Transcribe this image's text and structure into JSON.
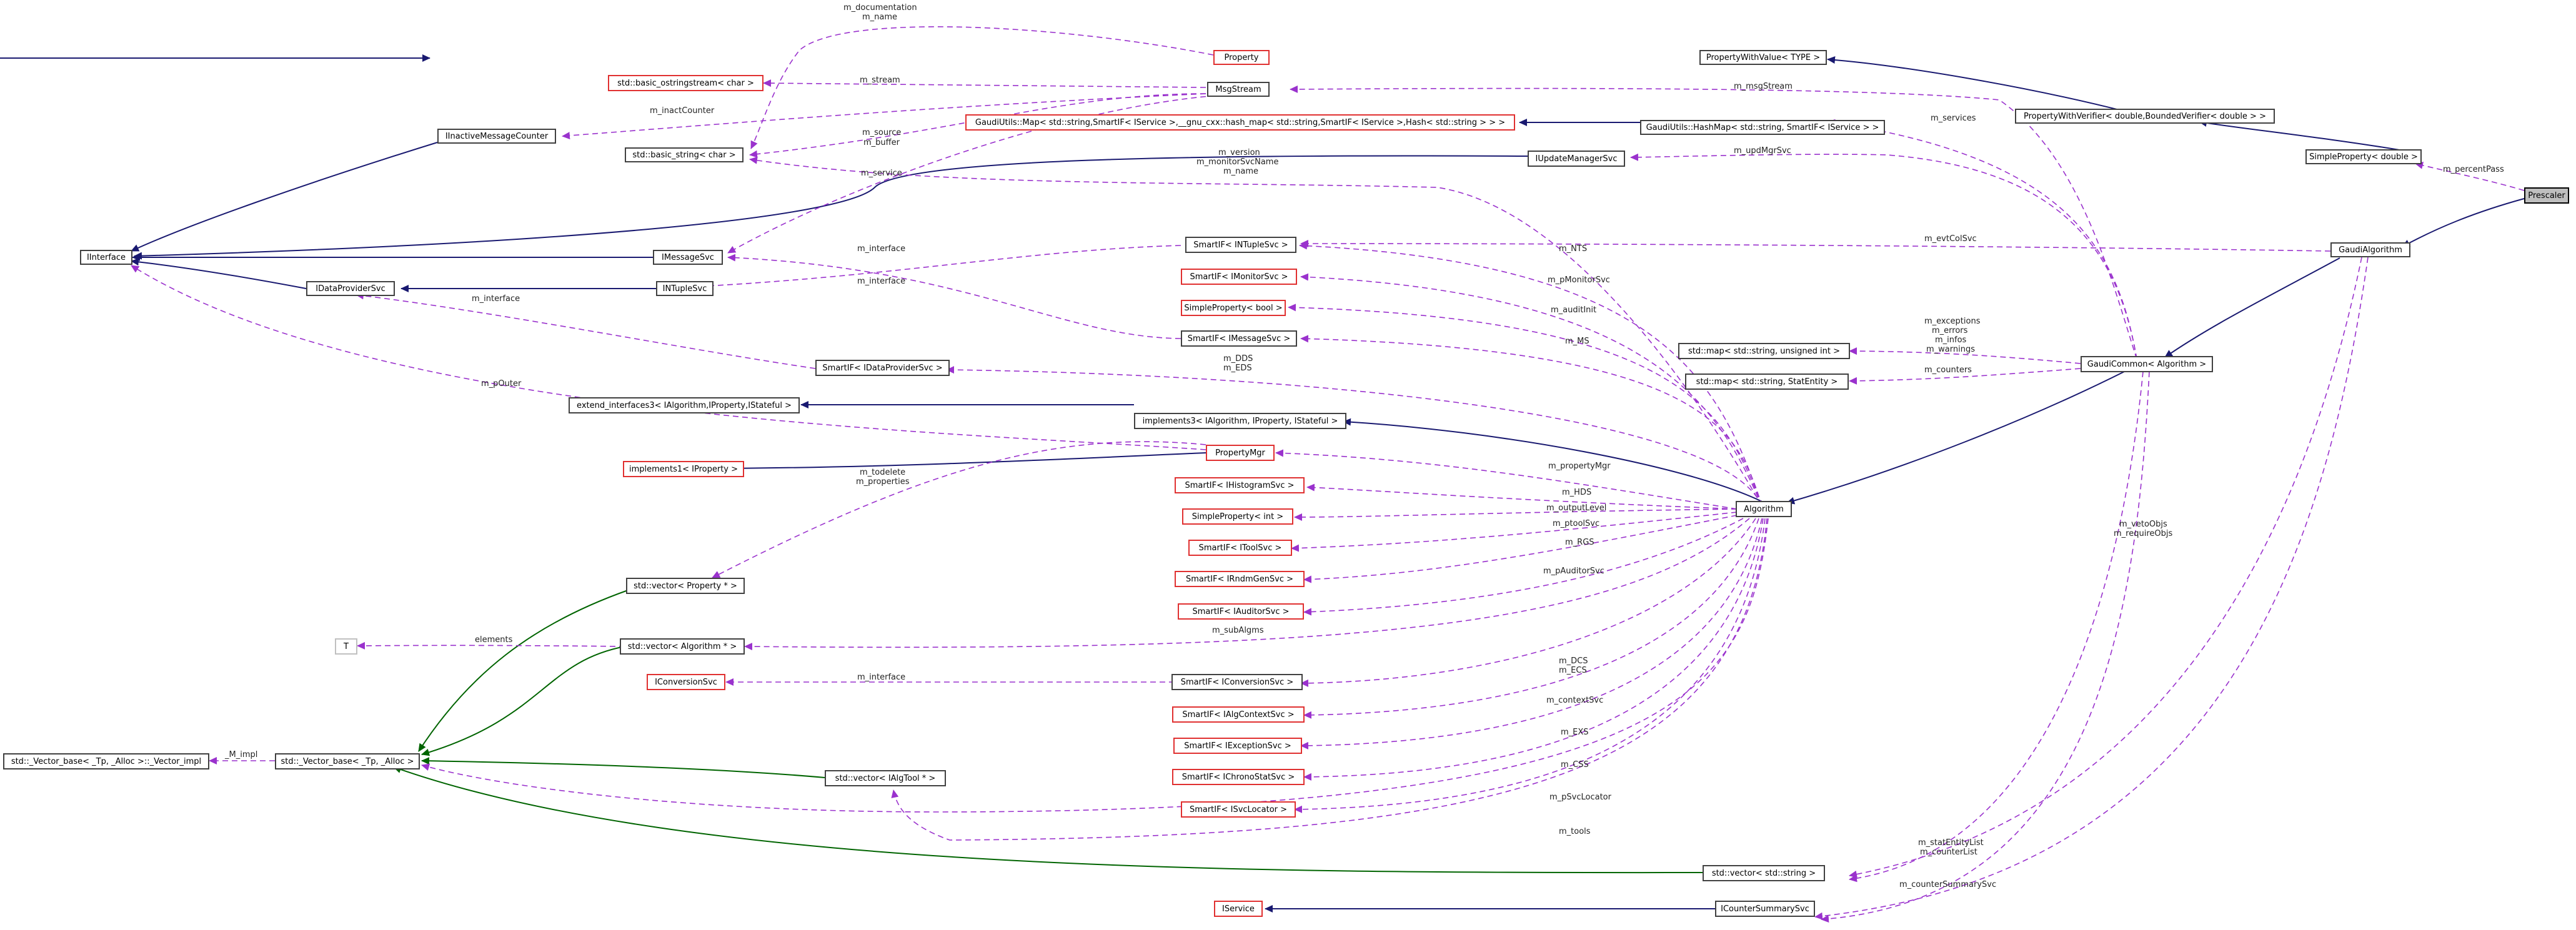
{
  "classes": {
    "prescaler": "Prescaler",
    "simpleproperty_double": "SimpleProperty< double >",
    "propertywithverifier": "PropertyWithVerifier< double,BoundedVerifier< double > >",
    "propertywithvalue": "PropertyWithValue< TYPE >",
    "property": "Property",
    "msgstream": "MsgStream",
    "basic_ostringstream": "std::basic_ostringstream< char >",
    "inactive_counter": "IInactiveMessageCounter",
    "basic_string": "std::basic_string< char >",
    "hashmap_big": "GaudiUtils::Map< std::string,SmartIF< IService >,__gnu_cxx::hash_map< std::string,SmartIF< IService >,Hash< std::string > > >",
    "hashmap_small": "GaudiUtils::HashMap< std::string, SmartIF< IService > >",
    "iupdatemanagersvc": "IUpdateManagerSvc",
    "interface": "IInterface",
    "imessagesvc": "IMessageSvc",
    "idataprovidersvc": "IDataProviderSvc",
    "intuplesvc": "INTupleSvc",
    "smartif_intuplesvc": "SmartIF< INTupleSvc >",
    "smartif_imonitorsvc": "SmartIF< IMonitorSvc >",
    "simpleproperty_bool": "SimpleProperty< bool >",
    "smartif_imessagesvc": "SmartIF< IMessageSvc >",
    "smartif_idataprovidersvc": "SmartIF< IDataProviderSvc >",
    "gaudialgorithm": "GaudiAlgorithm",
    "gaudicommon": "GaudiCommon< Algorithm >",
    "map_unsigned": "std::map< std::string, unsigned int >",
    "map_statentity": "std::map< std::string, StatEntity >",
    "extend_interfaces3": "extend_interfaces3< IAlgorithm,IProperty,IStateful >",
    "implements3": "implements3< IAlgorithm, IProperty, IStateful >",
    "propertymgr": "PropertyMgr",
    "implements1": "implements1< IProperty >",
    "smartif_ihistogramsvc": "SmartIF< IHistogramSvc >",
    "simpleproperty_int": "SimpleProperty< int >",
    "smartif_itoolsvc": "SmartIF< IToolSvc >",
    "smartif_irndmgensvc": "SmartIF< IRndmGenSvc >",
    "smartif_iauditorsvc": "SmartIF< IAuditorSvc >",
    "algorithm": "Algorithm",
    "vector_property": "std::vector< Property * >",
    "vector_algorithm": "std::vector< Algorithm * >",
    "t": "T",
    "iconversionsvc": "IConversionSvc",
    "smartif_iconversionsvc": "SmartIF< IConversionSvc >",
    "smartif_ialgcontextsvc": "SmartIF< IAlgContextSvc >",
    "smartif_iexceptionsvc": "SmartIF< IExceptionSvc >",
    "smartif_ichronostatsvc": "SmartIF< IChronoStatSvc >",
    "smartif_isvclocator": "SmartIF< ISvcLocator >",
    "vector_base_impl": "std::_Vector_base< _Tp, _Alloc >::_Vector_impl",
    "vector_base": "std::_Vector_base< _Tp, _Alloc >",
    "vector_ialgtool": "std::vector< IAlgTool * >",
    "vector_string": "std::vector< std::string >",
    "iservice": "IService",
    "icountersummarysvc": "ICounterSummarySvc"
  },
  "edge_labels": {
    "m_documentation": "m_documentation",
    "m_name_top": "m_name",
    "m_stream": "m_stream",
    "m_msgstream": "m_msgStream",
    "m_inactcounter": "m_inactCounter",
    "m_services": "m_services",
    "m_percentpass": "m_percentPass",
    "m_source": "m_source",
    "m_buffer": "m_buffer",
    "m_service": "m_service",
    "m_updmgrsvc": "m_updMgrSvc",
    "m_version": "m_version",
    "m_monitorsvcname": "m_monitorSvcName",
    "m_name_mid": "m_name",
    "m_nts": "m_NTS",
    "m_interface_msg": "m_interface",
    "m_evtcolsvc": "m_evtColSvc",
    "m_pmonitorsvc": "m_pMonitorSvc",
    "m_interface_ntuple": "m_interface",
    "m_auditinit": "m_auditInit",
    "m_interface_dp": "m_interface",
    "m_ms": "m_MS",
    "m_exceptions": "m_exceptions",
    "m_errors": "m_errors",
    "m_infos": "m_infos",
    "m_warnings": "m_warnings",
    "m_dds": "m_DDS",
    "m_eds": "m_EDS",
    "m_counters": "m_counters",
    "m_pouter": "m_pOuter",
    "m_propertymgr": "m_propertyMgr",
    "m_todelete": "m_todelete",
    "m_properties": "m_properties",
    "m_hds": "m_HDS",
    "m_outputlevel": "m_outputLevel",
    "m_ptoolsvc": "m_ptoolSvc",
    "m_rgs": "m_RGS",
    "m_pauditorsvc": "m_pAuditorSvc",
    "m_vetoobjs": "m_vetoObjs",
    "m_requireobjs": "m_requireObjs",
    "m_subalgms": "m_subAlgms",
    "elements": "elements",
    "m_interface_cnv": "m_interface",
    "m_dcs": "m_DCS",
    "m_ecs": "m_ECS",
    "m_contextsvc": "m_contextSvc",
    "m_impl": "_M_impl",
    "m_exs": "m_EXS",
    "m_css": "m_CSS",
    "m_psvclocator": "m_pSvcLocator",
    "m_tools": "m_tools",
    "m_statentitylist": "m_statEntityList",
    "m_counterlist": "m_counterList",
    "m_countersummarysvc": "m_counterSummarySvc"
  },
  "colors": {
    "inheritance": "#191970",
    "template_inheritance": "#006400",
    "usage": "#9a32cd",
    "undocumented_border": "#e03030",
    "documented_border": "#404040",
    "focus_fill": "#bfbfbf"
  }
}
